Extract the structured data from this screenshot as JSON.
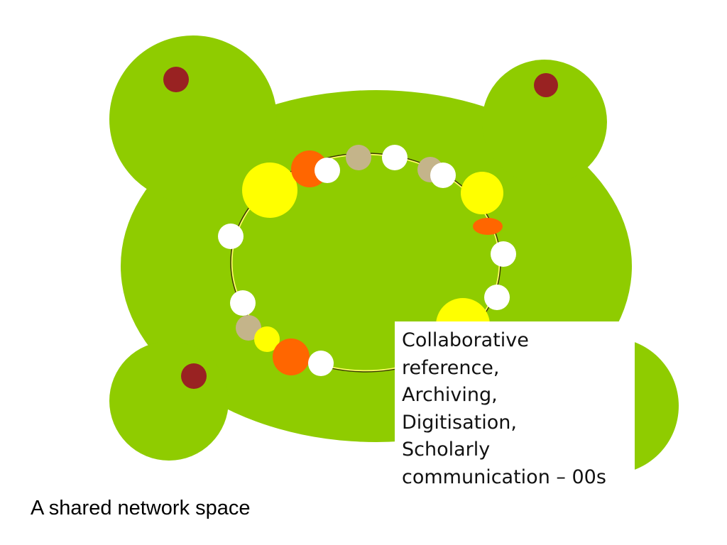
{
  "colors": {
    "background": "#ffffff",
    "network_green": "#8fcc00",
    "ring_stroke": "#3a3a00",
    "node_white": "#ffffff",
    "node_yellow": "#ffff00",
    "node_orange": "#ff6600",
    "node_tan": "#c4b48a",
    "anchor_dot": "#992222"
  },
  "callout": {
    "lines": [
      "Collaborative",
      "reference,",
      "Archiving,",
      "Digitisation,",
      "Scholarly",
      "communication – 00s"
    ]
  },
  "caption": {
    "text": "A shared network space"
  }
}
